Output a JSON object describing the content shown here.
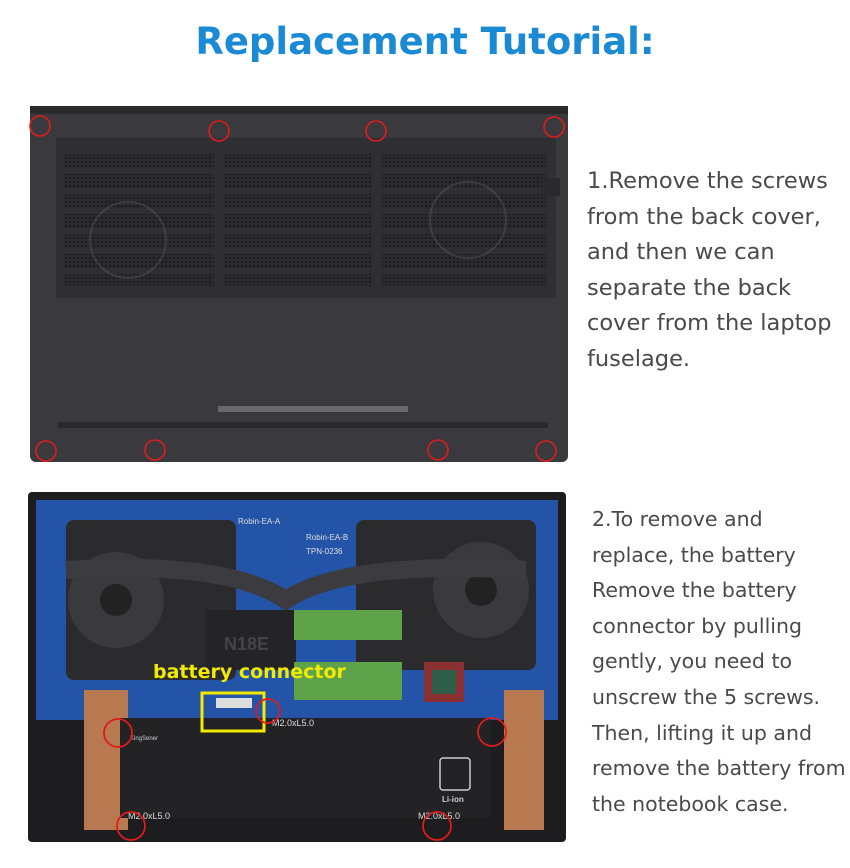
{
  "title": "Replacement Tutorial:",
  "step1": {
    "lines": [
      "1.Remove the screws",
      "from the back cover,",
      "and then we can",
      "separate the back",
      "cover from the laptop",
      "fuselage."
    ]
  },
  "step2": {
    "lines": [
      "2.To remove and",
      "replace, the battery",
      "Remove the battery",
      "connector by pulling",
      "gently, you need to",
      "unscrew the 5 screws.",
      "Then, lifting it up and",
      "remove the battery from",
      "the notebook case."
    ]
  },
  "photo2": {
    "callout": "battery connector",
    "screw_label": "M2.0xL5.0",
    "battery_brand": "KingSener",
    "battery_type": "Li-ion",
    "board_labels": [
      "Robin-EA-A",
      "Robin-EA-B",
      "TPN-0236",
      "N18E"
    ]
  },
  "colors": {
    "title": "#1a8ad4",
    "marker": "#e01b1b",
    "callout": "#f2ea00",
    "body_text": "#4a4a4a"
  }
}
